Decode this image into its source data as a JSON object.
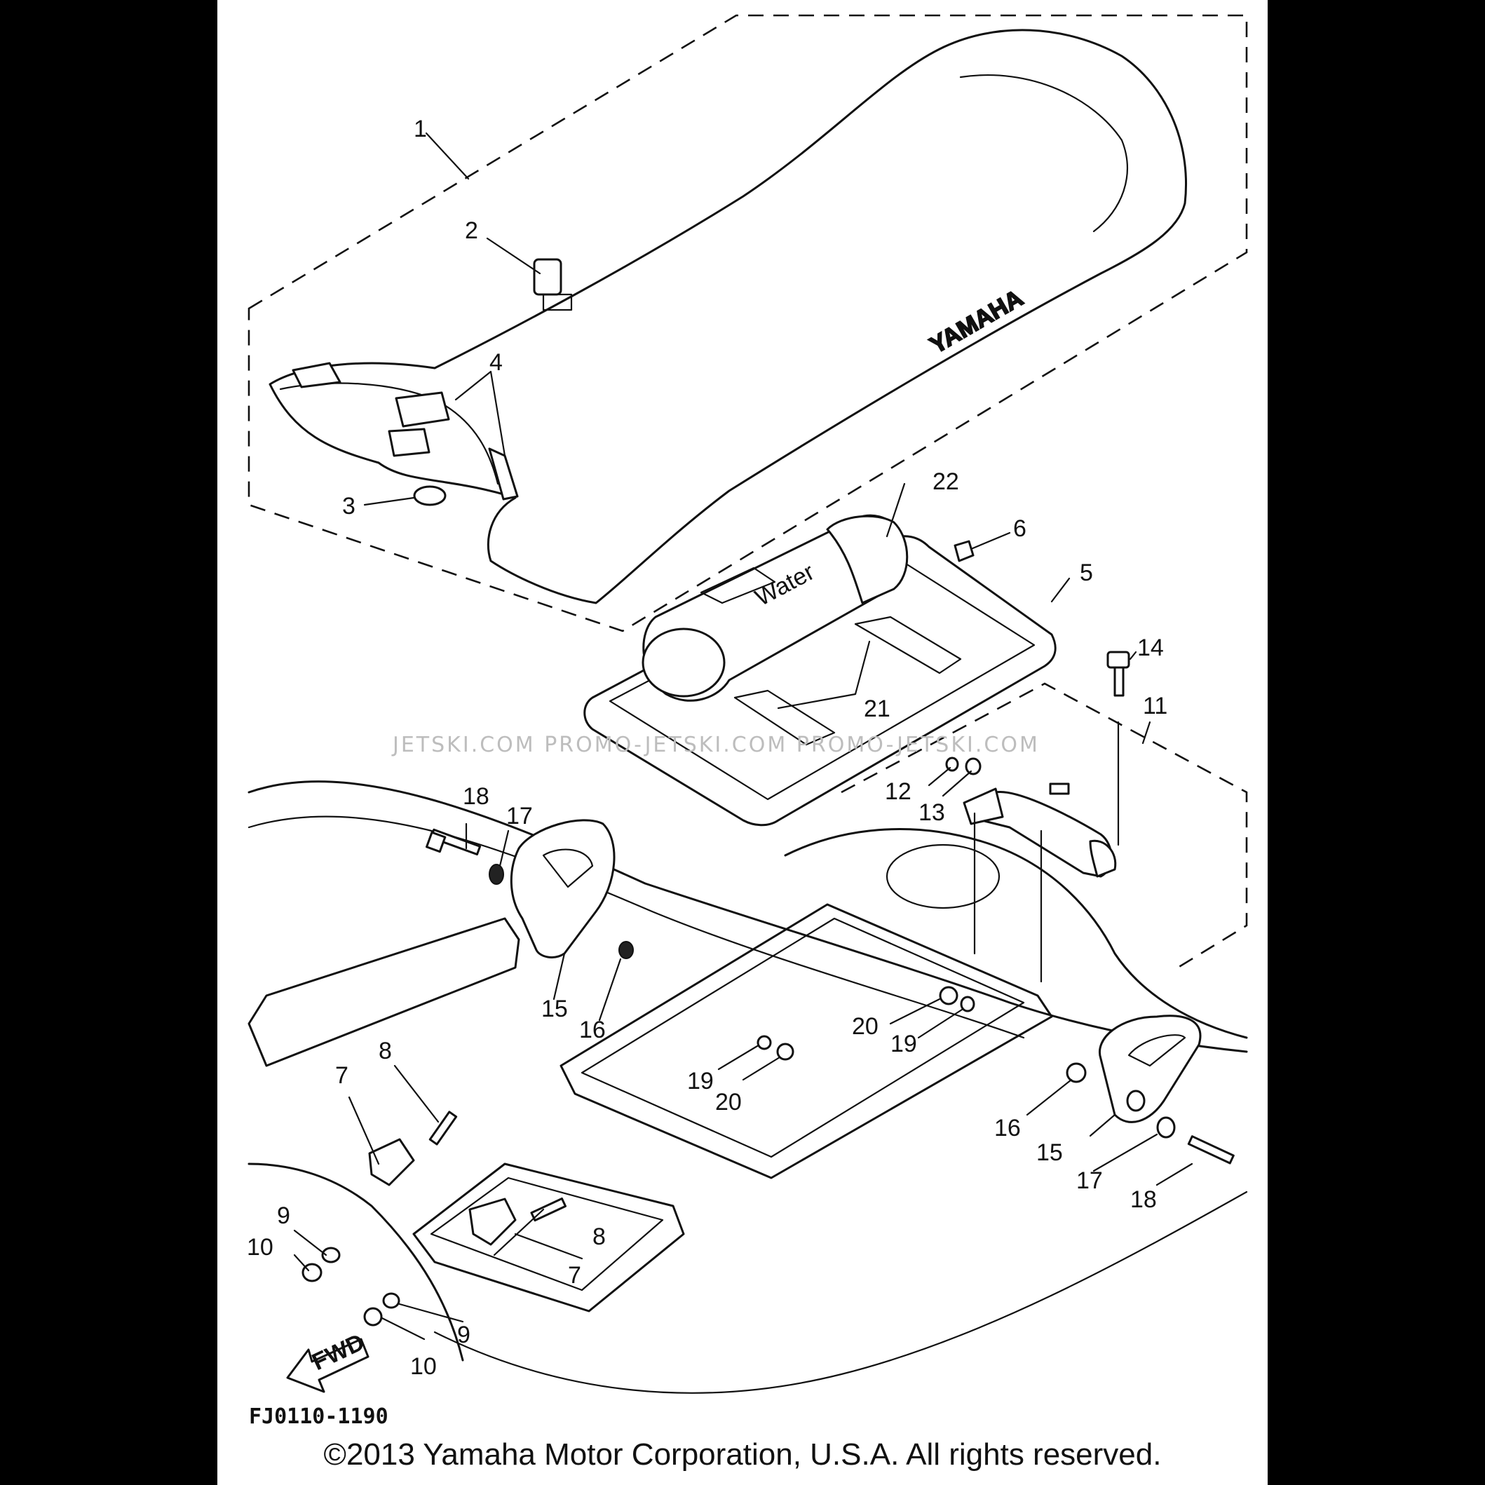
{
  "diagram": {
    "brand_text": "YAMAHA",
    "bag_text": "Water",
    "fwd_label": "FWD",
    "drawing_code": "FJ0110-1190",
    "watermark": "JETSKI.COM   PROMO-JETSKI.COM   PROMO-JETSKI.COM",
    "copyright": "©2013 Yamaha Motor Corporation, U.S.A. All rights reserved.",
    "callouts": [
      "1",
      "2",
      "3",
      "4",
      "5",
      "6",
      "7",
      "7",
      "8",
      "8",
      "9",
      "9",
      "10",
      "10",
      "11",
      "12",
      "13",
      "14",
      "15",
      "15",
      "16",
      "16",
      "17",
      "17",
      "18",
      "18",
      "19",
      "19",
      "20",
      "20",
      "21",
      "22"
    ]
  }
}
